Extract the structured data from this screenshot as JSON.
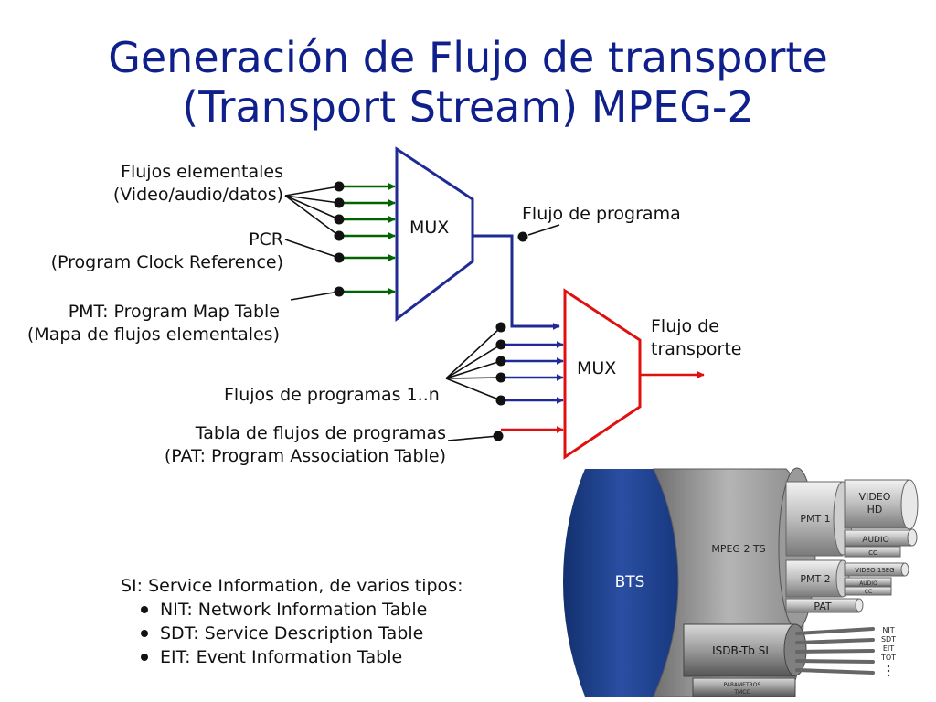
{
  "title": {
    "line1": "Generación de Flujo de transporte",
    "line2": "(Transport Stream) MPEG-2"
  },
  "mux1": {
    "label": "MUX",
    "inputs": {
      "elementary_line1": "Flujos elementales",
      "elementary_line2": "(Video/audio/datos)",
      "pcr_line1": "PCR",
      "pcr_line2": "(Program Clock Reference)",
      "pmt_line1": "PMT: Program Map Table",
      "pmt_line2": "(Mapa de flujos elementales)"
    },
    "output": "Flujo de programa"
  },
  "mux2": {
    "label": "MUX",
    "inputs": {
      "programs": "Flujos de programas 1..n",
      "pat_line1": "Tabla de flujos de programas",
      "pat_line2": "(PAT: Program Association Table)"
    },
    "output_line1": "Flujo de",
    "output_line2": "transporte"
  },
  "si": {
    "heading": "SI: Service Information, de varios tipos:",
    "items": [
      "NIT: Network Information Table",
      "SDT: Service Description Table",
      "EIT: Event Information Table"
    ]
  },
  "cable": {
    "bts": "BTS",
    "mpeg2ts": "MPEG 2 TS",
    "pmt1": "PMT 1",
    "video_hd_line1": "VIDEO",
    "video_hd_line2": "HD",
    "audio": "AUDIO",
    "cc1": "CC",
    "pmt2": "PMT 2",
    "video_1seg": "VIDEO 1SEG",
    "audio2": "AUDIO",
    "cc2": "CC",
    "pat": "PAT",
    "isdb": "ISDB-Tb SI",
    "nit": "NIT",
    "sdt": "SDT",
    "eit": "EIT",
    "tot": "TOT",
    "parametros": "PARAMETROS",
    "tmcc": "TMCC"
  },
  "colors": {
    "title": "#0f1f8c",
    "mux_blue": "#1f2a96",
    "arrow_green": "#006400",
    "arrow_blue": "#1f2a96",
    "mux_red": "#e01010",
    "bts_blue": "#1e3f8e"
  }
}
